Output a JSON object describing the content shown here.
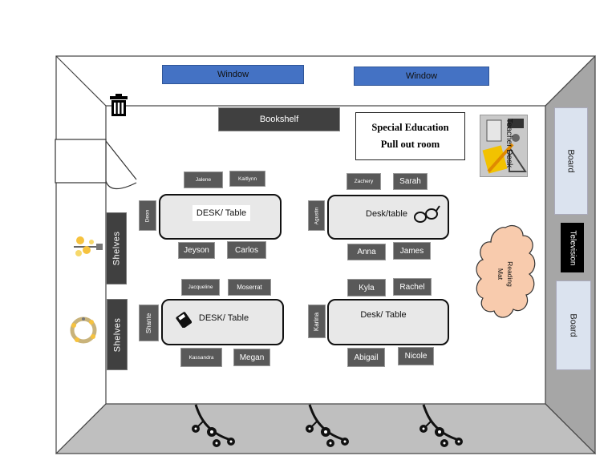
{
  "windows": [
    "Window",
    "Window"
  ],
  "bookshelf": "Bookshelf",
  "room_title": {
    "line1": "Special Education",
    "line2": "Pull out room"
  },
  "teacher_desk": "Teacher Desk",
  "boards": [
    "Board",
    "Board"
  ],
  "television": "Television",
  "reading_mat": {
    "line1": "Reading",
    "line2": "Mat"
  },
  "shelves": [
    "Shelves",
    "Shelves"
  ],
  "tables": [
    "DESK/ Table",
    "Desk/table",
    "DESK/ Table",
    "Desk/ Table"
  ],
  "students": {
    "jalene": "Jalene",
    "kaitlynn": "Kaitlynn",
    "deon": "Deon",
    "jeyson": "Jeyson",
    "carlos": "Carlos",
    "zachery": "Zachery",
    "sarah": "Sarah",
    "agustin": "Agustin",
    "anna": "Anna",
    "james": "James",
    "jacqueline": "Jacqueline",
    "moserrat": "Moserrat",
    "shante": "Shante",
    "kassandra": "Kassandra",
    "megan": "Megan",
    "kyla": "Kyla",
    "rachel": "Rachel",
    "karina": "Karina",
    "abigail": "Abigail",
    "nicole": "Nicole"
  },
  "colors": {
    "window": "#4472c4",
    "floor": "#bfbfbf",
    "right_wall": "#a6a6a6",
    "name_tag": "#595959",
    "table": "#e8e8e8",
    "rug": "#f8cbad"
  },
  "icons": [
    "trash-can-icon",
    "door-icon",
    "flower-vine-icon",
    "wreath-icon",
    "calculator-icon",
    "glasses-icon",
    "cherry-blossom-branch-icon",
    "teacher-desk-supplies-icon"
  ]
}
